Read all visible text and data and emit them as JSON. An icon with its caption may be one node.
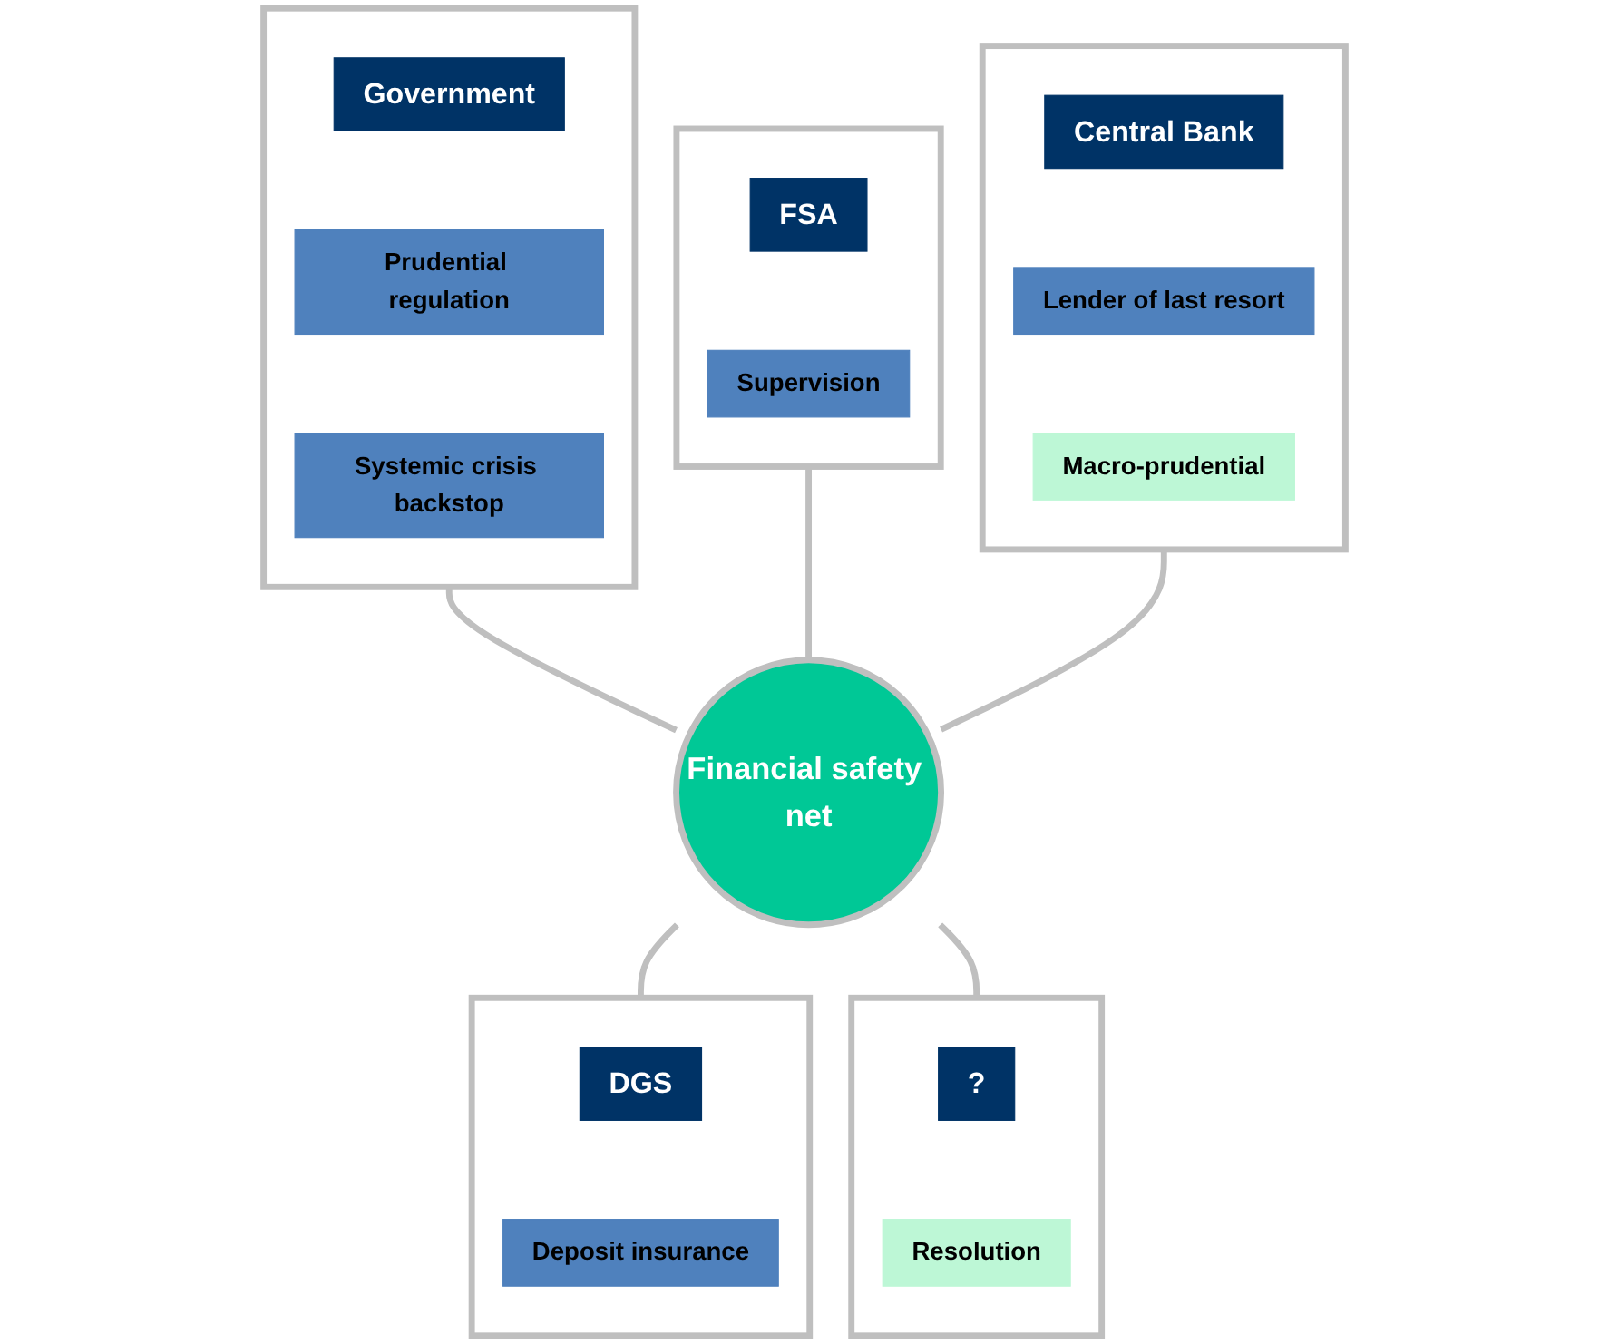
{
  "diagram": {
    "nodes": [
      {
        "text": [
          "Financial safety net"
        ]
      },
      {
        "text": [],
        "shape": "box"
      },
      {
        "text": [
          "FSA"
        ],
        "in": 1
      },
      {
        "text": [
          "Supervision"
        ],
        "in": 1
      },
      {
        "text": [],
        "shape": "box"
      },
      {
        "text": [
          "Government"
        ],
        "in": 4
      },
      {
        "text": [
          "Prudential regulation"
        ],
        "in": 4
      },
      {
        "text": [
          "Systemic crisis backstop"
        ],
        "in": 4
      },
      {
        "text": [],
        "shape": "box"
      },
      {
        "text": [
          "Central Bank"
        ],
        "in": 8
      },
      {
        "text": [
          "Lender of last resort"
        ],
        "in": 8
      },
      {
        "text": [
          "Macro-prudential"
        ],
        "in": 8
      },
      {
        "text": [],
        "shape": "box"
      },
      {
        "text": [
          "DGS"
        ],
        "in": 12
      },
      {
        "text": [
          "Deposit insurance"
        ],
        "in": 12
      },
      {
        "text": [],
        "shape": "box"
      },
      {
        "text": [
          "?"
        ],
        "in": 15
      },
      {
        "text": [
          "Resolution"
        ],
        "in": 15
      }
    ],
    "edges": [
      {
        "from": 4,
        "to": 0,
        "arrow": "none"
      },
      {
        "from": 1,
        "to": 0,
        "arrow": "none"
      },
      {
        "from": 8,
        "to": 0,
        "arrow": "none"
      },
      {
        "from": 0,
        "to": 12,
        "arrow": "none"
      },
      {
        "from": 0,
        "to": 15,
        "arrow": "none"
      }
    ]
  }
}
